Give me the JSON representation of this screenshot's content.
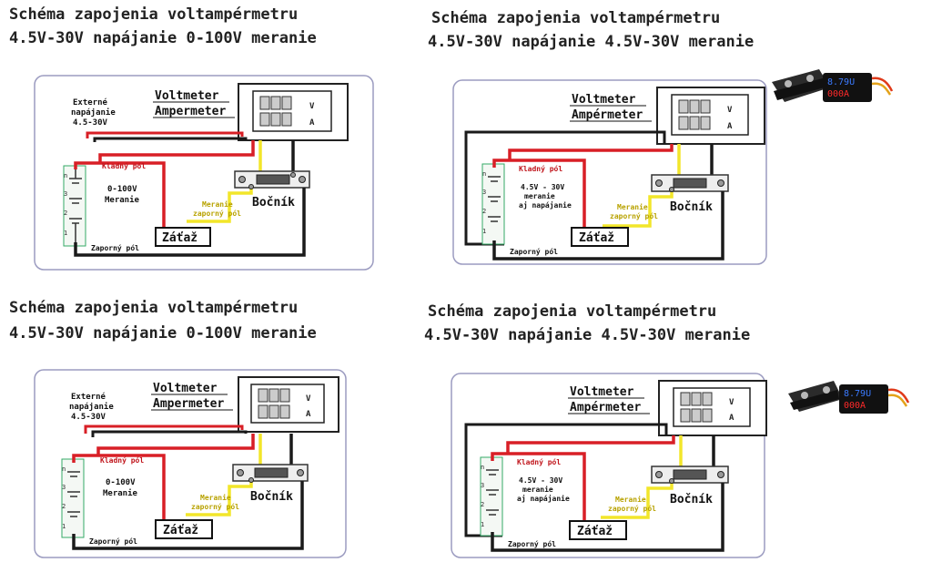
{
  "panels": [
    {
      "variant": "external",
      "title": "Schéma zapojenia voltampérmetru",
      "subtitle": "4.5V-30V napájanie  0-100V meranie",
      "meter_top": "Voltmeter",
      "meter_bottom": "Ampermeter",
      "meter_v": "V",
      "meter_a": "A",
      "ext1": "Externé",
      "ext2": "napájanie",
      "ext3": "4.5-30V",
      "positive": "Kladný pól",
      "range1": "0-100V",
      "range2": "Meranie",
      "neg_measure1": "Meranie",
      "neg_measure2": "zaporný pól",
      "shunt": "Bočník",
      "load": "Záťaž",
      "negative": "Zaporný pól"
    },
    {
      "variant": "self",
      "title": "Schéma zapojenia voltampérmetru",
      "subtitle": "4.5V-30V napájanie 4.5V-30V meranie",
      "meter_top": "Voltmeter",
      "meter_bottom": "Ampérmeter",
      "meter_v": "V",
      "meter_a": "A",
      "positive": "Kladný pól",
      "range1": "4.5V - 30V",
      "range2": "meranie",
      "range3": "aj napájanie",
      "neg_measure1": "Meranie",
      "neg_measure2": "zaporný pól",
      "shunt": "Bočník",
      "load": "Záťaž",
      "negative": "Zaporný pól",
      "photo_top": "8.79U",
      "photo_bottom": "000A"
    },
    {
      "variant": "external",
      "title": "Schéma zapojenia voltampérmetru",
      "subtitle": "4.5V-30V napájanie  0-100V meranie",
      "meter_top": "Voltmeter",
      "meter_bottom": "Ampermeter",
      "meter_v": "V",
      "meter_a": "A",
      "ext1": "Externé",
      "ext2": "napájanie",
      "ext3": "4.5-30V",
      "positive": "Kladný pól",
      "range1": "0-100V",
      "range2": "Meranie",
      "neg_measure1": "Meranie",
      "neg_measure2": "zaporný pól",
      "shunt": "Bočník",
      "load": "Záťaž",
      "negative": "Zaporný pól"
    },
    {
      "variant": "self",
      "title": "Schéma zapojenia voltampérmetru",
      "subtitle": "4.5V-30V napájanie 4.5V-30V meranie",
      "meter_top": "Voltmeter",
      "meter_bottom": "Ampérmeter",
      "meter_v": "V",
      "meter_a": "A",
      "positive": "Kladný pól",
      "range1": "4.5V - 30V",
      "range2": "meranie",
      "range3": "aj napájanie",
      "neg_measure1": "Meranie",
      "neg_measure2": "zaporný pól",
      "shunt": "Bočník",
      "load": "Záťaž",
      "negative": "Zaporný pól",
      "photo_top": "8.79U",
      "photo_bottom": "000A"
    }
  ],
  "colors": {
    "wire_red": "#d81f26",
    "wire_yellow": "#f2e62a",
    "wire_black": "#1a1a1a",
    "label_red": "#c0141b",
    "frame": "#9b9bc0",
    "led_red": "#ff2a2a",
    "led_blue": "#3b7bff"
  }
}
